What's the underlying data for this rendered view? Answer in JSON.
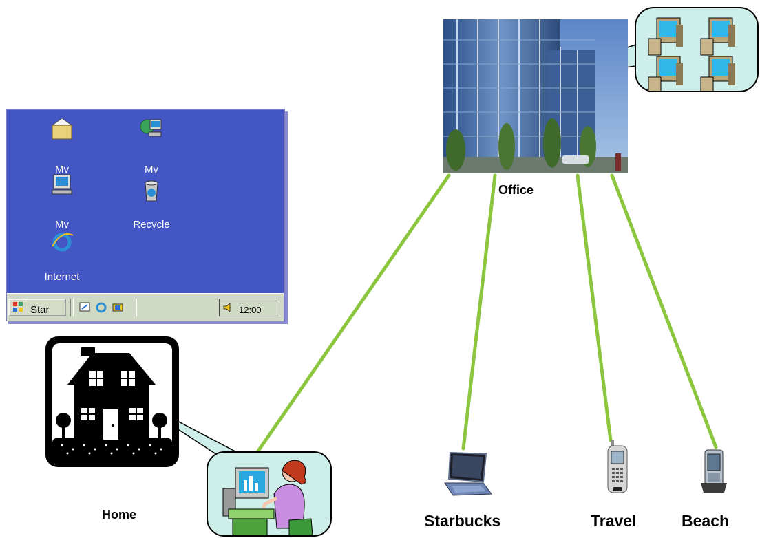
{
  "desktop": {
    "icons": [
      {
        "label": "My",
        "icon": "folder-icon"
      },
      {
        "label": "My",
        "icon": "network-icon"
      },
      {
        "label": "My",
        "icon": "computer-icon"
      },
      {
        "label": "Recycle",
        "icon": "recycle-bin-icon"
      },
      {
        "label": "Internet",
        "icon": "internet-explorer-icon"
      }
    ],
    "taskbar": {
      "start_label": "Star",
      "clock": "12:00"
    }
  },
  "labels": {
    "office": "Office",
    "home": "Home",
    "starbucks": "Starbucks",
    "travel": "Travel",
    "beach": "Beach"
  },
  "colors": {
    "link_line": "#8cc63f",
    "desktop_bg": "#4356c3",
    "callout_fill": "#cdeee9"
  }
}
